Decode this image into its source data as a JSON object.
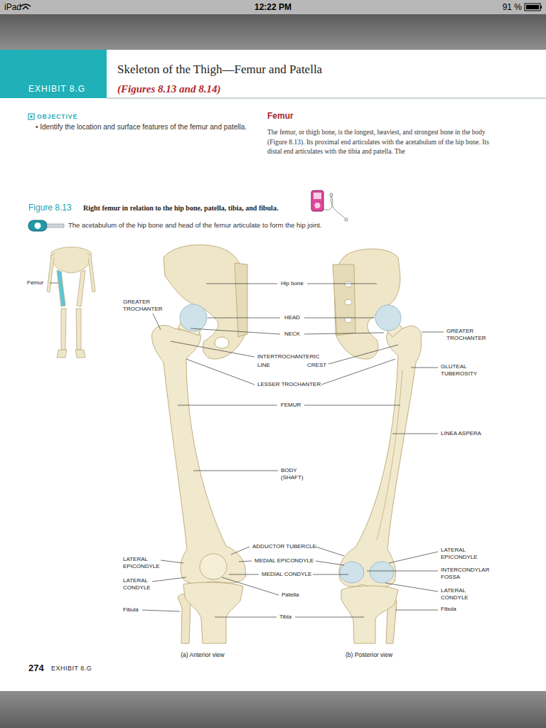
{
  "diagram": {
    "title": "Skeleton of the Thigh—Femur and Patella",
    "nodes": [
      {
        "text": [
          "EXHIBIT 8.G"
        ]
      }
    ],
    "labels": [
      "iPad",
      "12:22 PM",
      "91 %",
      "(Figures 8.13 and 8.14)",
      "OBJECTIVE",
      "• Identify the location and surface features of the femur and patella.",
      "Femur",
      "The femur, or thigh bone, is the longest, heaviest, and strongest bone in the body (Figure 8.13). Its proximal end articulates with the acetabulum of the hip bone. Its distal end articulates with the tibia and patella. The",
      "Figure 8.13",
      "Right femur in relation to the hip bone, patella, tibia, and fibula.",
      "The acetabulum of the hip bone and head of the femur articulate to form the hip joint.",
      "Femur",
      "GREATER TROCHANTER",
      "Hip bone",
      "HEAD",
      "NECK",
      "INTERTROCHANTERIC",
      "LINE",
      "CREST",
      "LESSER TROCHANTER",
      "FEMUR",
      "BODY (SHAFT)",
      "ADDUCTOR TUBERCLE",
      "MEDIAL EPICONDYLE",
      "MEDIAL CONDYLE",
      "Patella",
      "Tibia",
      "LATERAL EPICONDYLE",
      "LATERAL CONDYLE",
      "Fibula",
      "GREATER TROCHANTER",
      "GLUTEAL TUBEROSITY",
      "LINEA ASPERA",
      "LATERAL EPICONDYLE",
      "INTERCONDYLAR FOSSA",
      "LATERAL CONDYLE",
      "Fibula",
      "(a) Anterior view",
      "(b) Posterior view",
      "274",
      "EXHIBIT 8.G"
    ]
  }
}
